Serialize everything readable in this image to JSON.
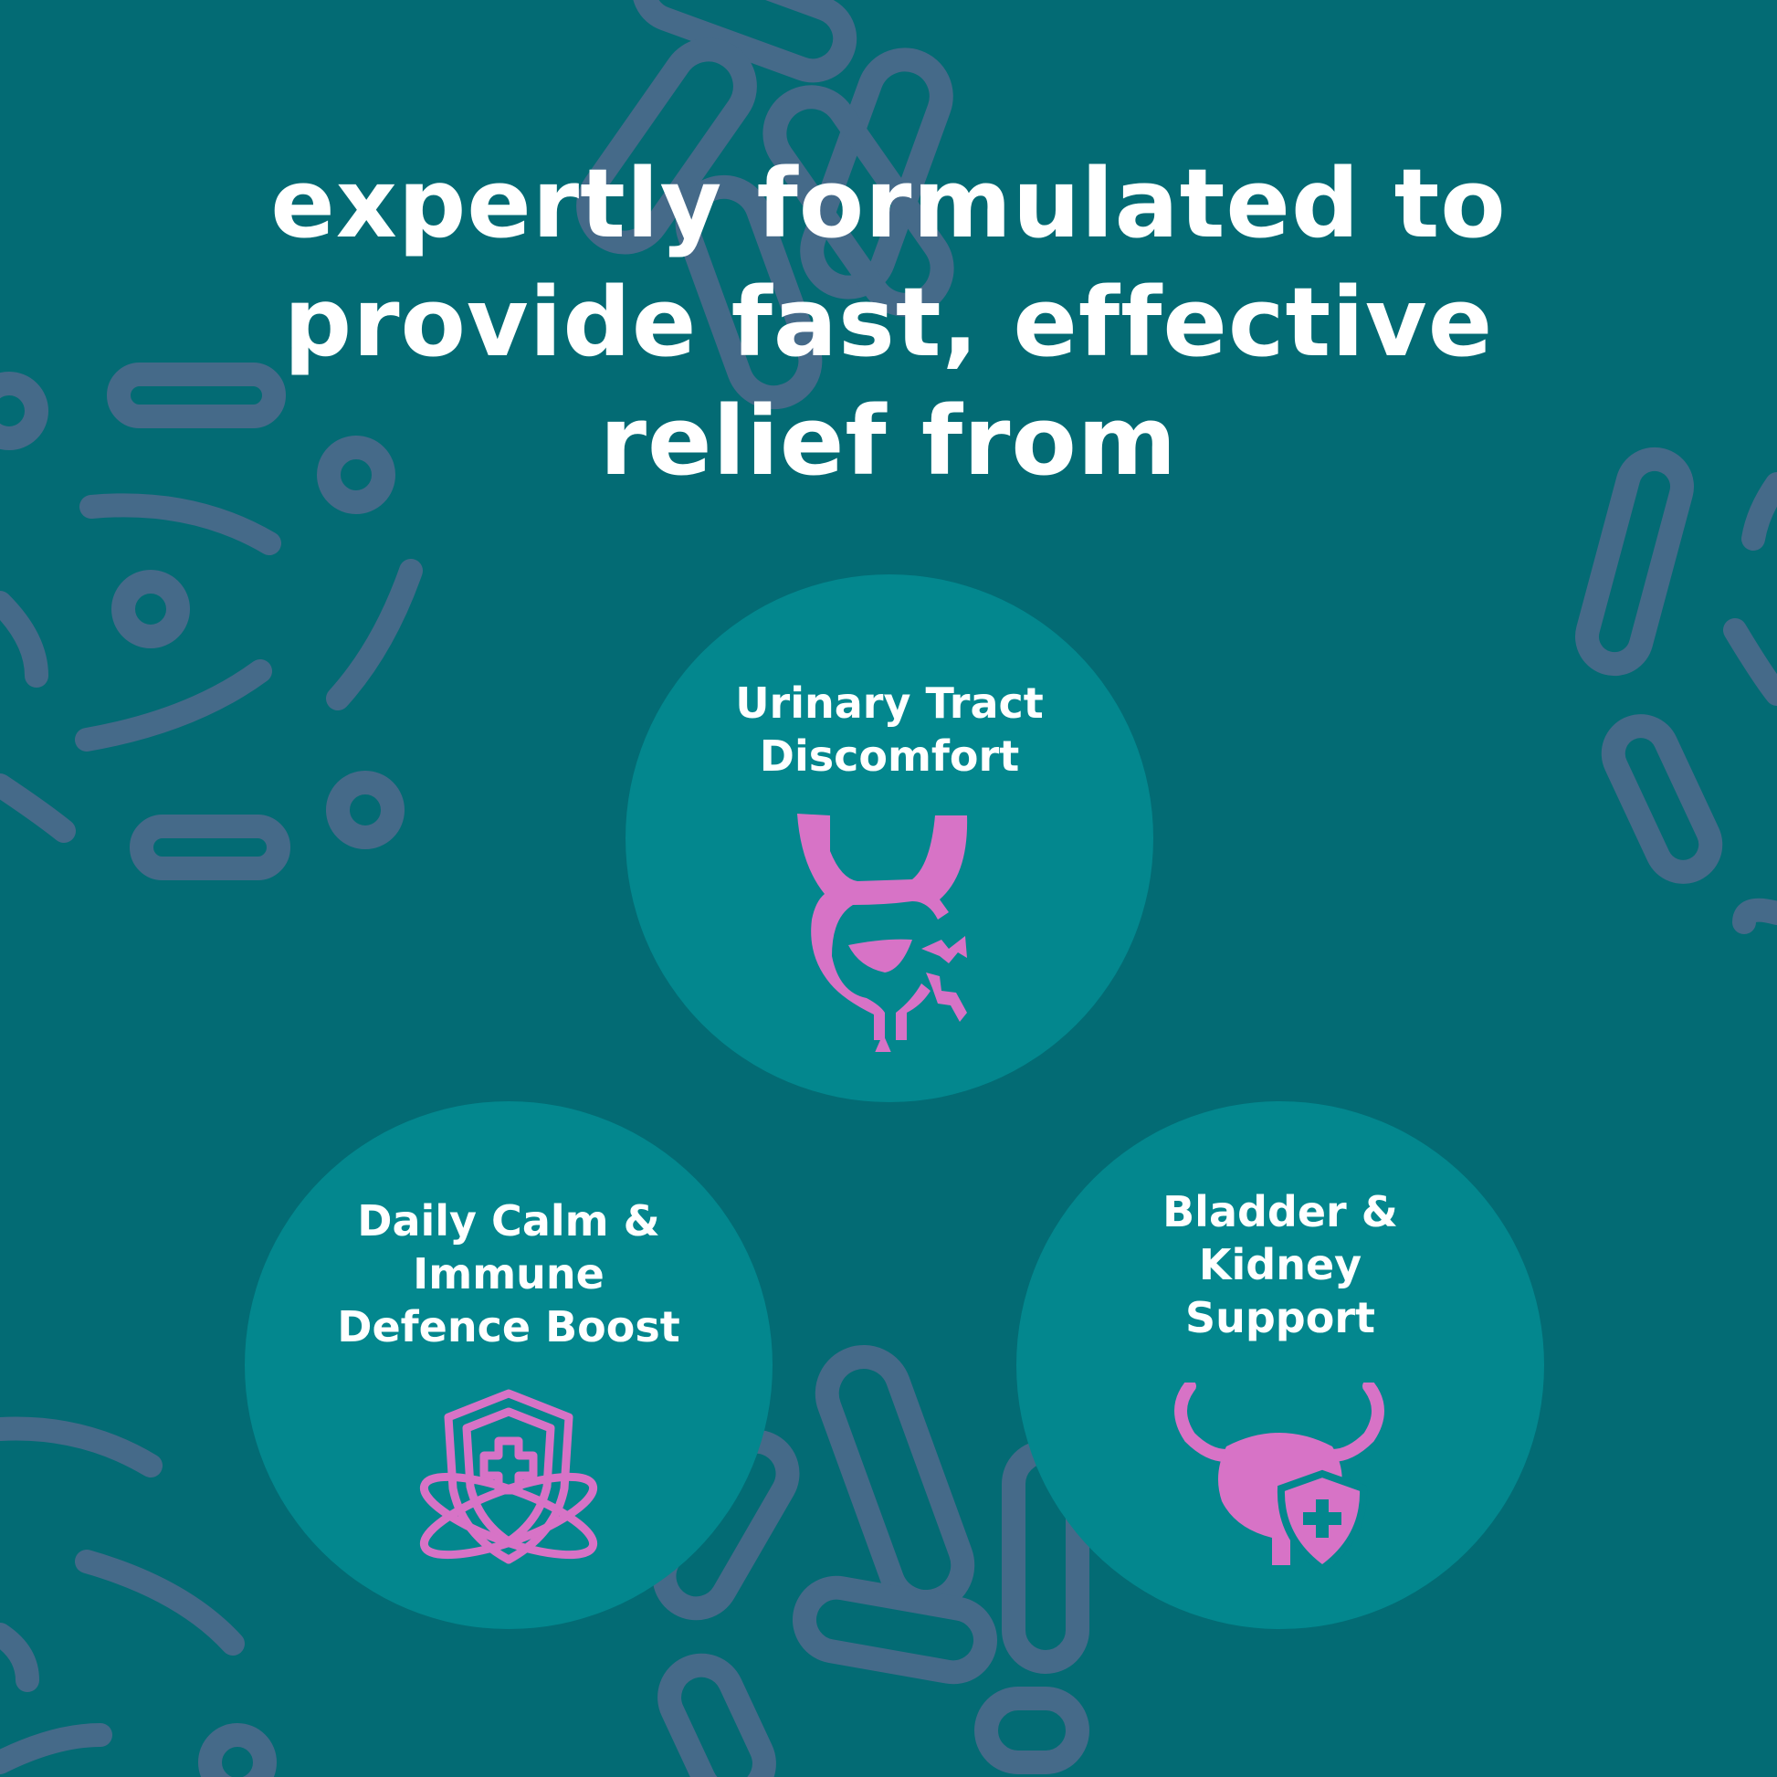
{
  "headline": {
    "lines": [
      "expertly formulated to",
      "provide fast, effective",
      "relief from"
    ]
  },
  "benefits": [
    {
      "lines": [
        "Urinary Tract",
        "Discomfort"
      ],
      "icon": "bladder-pain-icon"
    },
    {
      "lines": [
        "Daily Calm &",
        "Immune",
        "Defence Boost"
      ],
      "icon": "shield-plus-icon"
    },
    {
      "lines": [
        "Bladder &",
        "Kidney",
        "Support"
      ],
      "icon": "bladder-shield-icon"
    }
  ],
  "colors": {
    "background": "#036b74",
    "circle": "#03878e",
    "icon": "#d773c6",
    "pattern": "#4d6a8c",
    "text": "#ffffff"
  }
}
